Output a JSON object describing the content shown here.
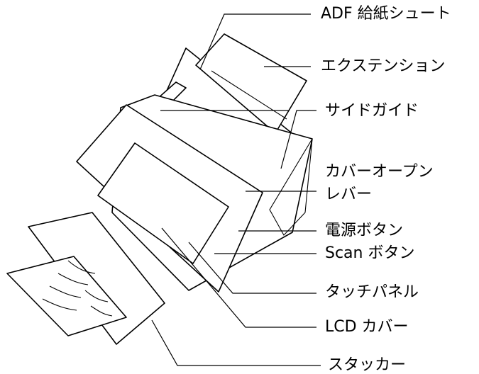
{
  "labels": {
    "adf_chute": "ADF 給紙シュート",
    "extension": "エクステンション",
    "side_guide": "サイドガイド",
    "cover_open_lever_line1": "カバーオープン",
    "cover_open_lever_line2": "レバー",
    "power_button": "電源ボタン",
    "scan_button": "Scan ボタン",
    "touch_panel": "タッチパネル",
    "lcd_cover": "LCD カバー",
    "stacker": "スタッカー"
  },
  "colors": {
    "line": "#000000",
    "background": "#ffffff"
  }
}
